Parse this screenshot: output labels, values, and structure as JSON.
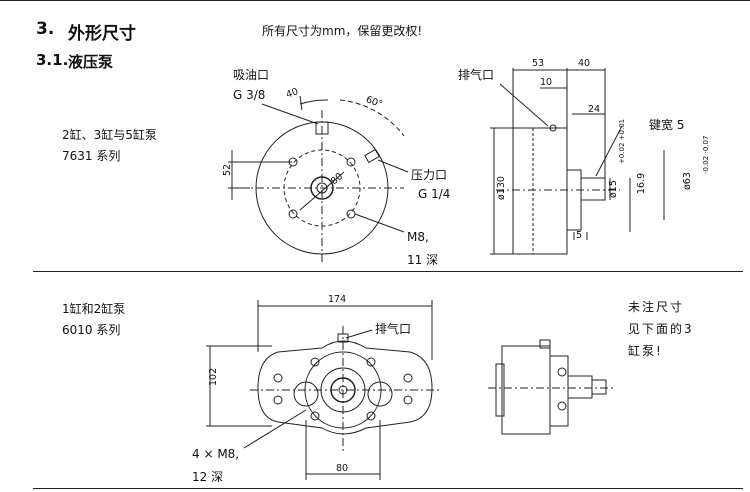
{
  "heading": {
    "number": "3.",
    "title": "外形尺寸",
    "note": "所有尺寸为mm，保留更改权!"
  },
  "subheading": {
    "number": "3.1.",
    "title": "液压泵"
  },
  "section_top": {
    "series_line1": "2缸、3缸与5缸泵",
    "series_line2": "7631 系列",
    "suction_port": "吸油口",
    "suction_size": "G 3/8",
    "pressure_port": "压力口",
    "pressure_size": "G 1/4",
    "thread_line1": "M8,",
    "thread_line2": "11 深",
    "vent": "排气口",
    "key_width": "键宽  5",
    "dims": {
      "d40": "40",
      "d60": "60°",
      "d52": "52",
      "d80": "80",
      "d53": "53",
      "d40b": "40",
      "d10": "10",
      "d24": "24",
      "d130": "ø130",
      "d15": "ø15",
      "d15tol": "+0.02 +0.01",
      "d16_9": "16.9",
      "d63": "ø63",
      "d63tol": "-0.02 -0.07",
      "d5": "5"
    }
  },
  "section_bottom": {
    "series_line1": "1缸和2缸泵",
    "series_line2": "6010 系列",
    "vent": "排气口",
    "thread_line1": "4 × M8,",
    "thread_line2": "12 深",
    "note_line1": "未注尺寸",
    "note_line2": "见下面的3",
    "note_line3": "缸泵!",
    "dims": {
      "d174": "174",
      "d102": "102",
      "d80": "80"
    }
  }
}
